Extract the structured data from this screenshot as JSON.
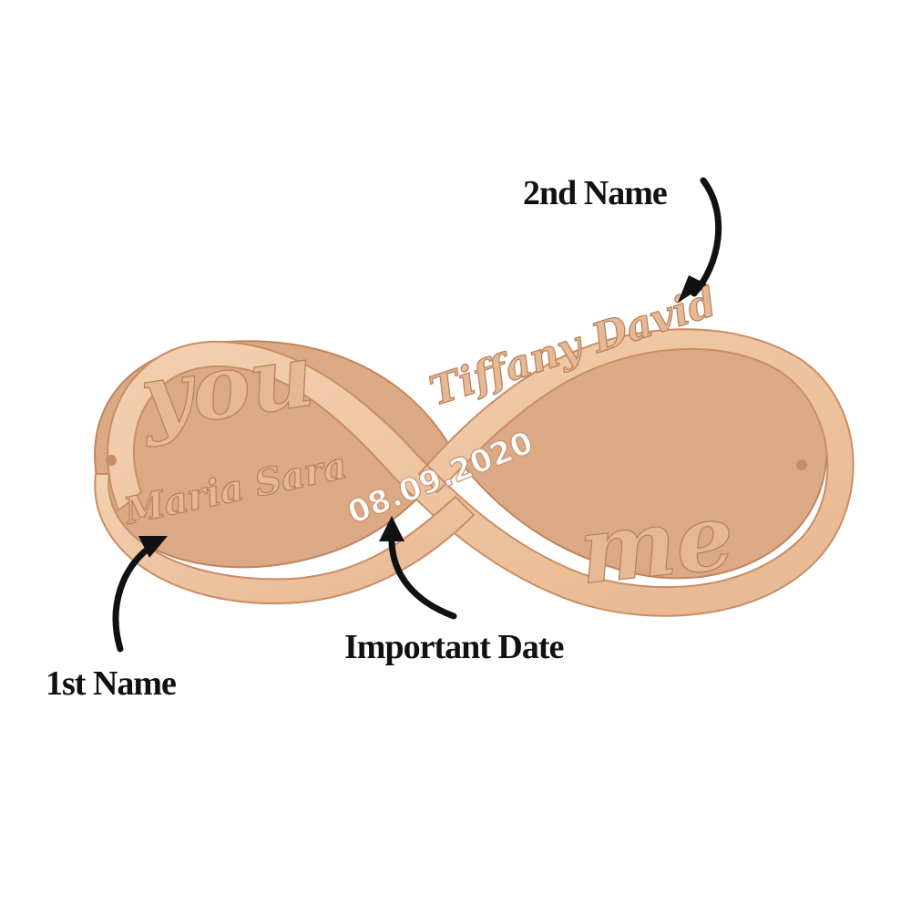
{
  "product": {
    "word_top": "you",
    "word_bottom": "me",
    "first_name": "Maria Sara",
    "second_name": "Tiffany David",
    "date": "08.09.2020"
  },
  "callouts": {
    "second_name": "2nd Name",
    "important_date": "Important Date",
    "first_name": "1st Name"
  },
  "colors": {
    "wood": "#f0c9a6",
    "wood_edge": "#d9a17a",
    "wood_dark": "#c98d66",
    "text": "#111111",
    "background": "#ffffff"
  }
}
